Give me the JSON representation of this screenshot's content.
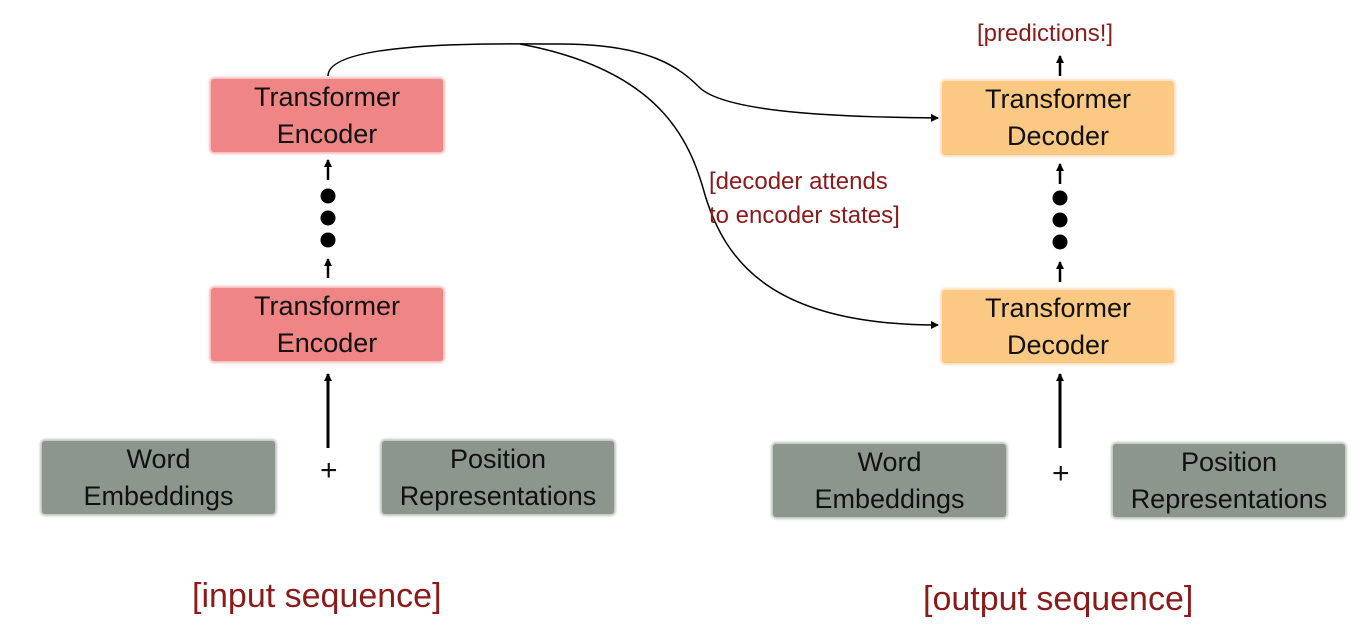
{
  "encoder_stack": {
    "top_block": "Transformer\nEncoder",
    "bottom_block": "Transformer\nEncoder",
    "input_word": "Word\nEmbeddings",
    "input_plus": "+",
    "input_position": "Position\nRepresentations",
    "caption": "[input sequence]"
  },
  "decoder_stack": {
    "top_block": "Transformer\nDecoder",
    "bottom_block": "Transformer\nDecoder",
    "input_word": "Word\nEmbeddings",
    "input_plus": "+",
    "input_position": "Position\nRepresentations",
    "caption": "[output sequence]",
    "output_label": "[predictions!]"
  },
  "cross_attention_label": "[decoder attends\nto encoder states]",
  "colors": {
    "encoder_block": "#ef8585",
    "decoder_block": "#fcc984",
    "embedding_block": "#8d968d",
    "annotation_text": "#8b1a1a"
  }
}
